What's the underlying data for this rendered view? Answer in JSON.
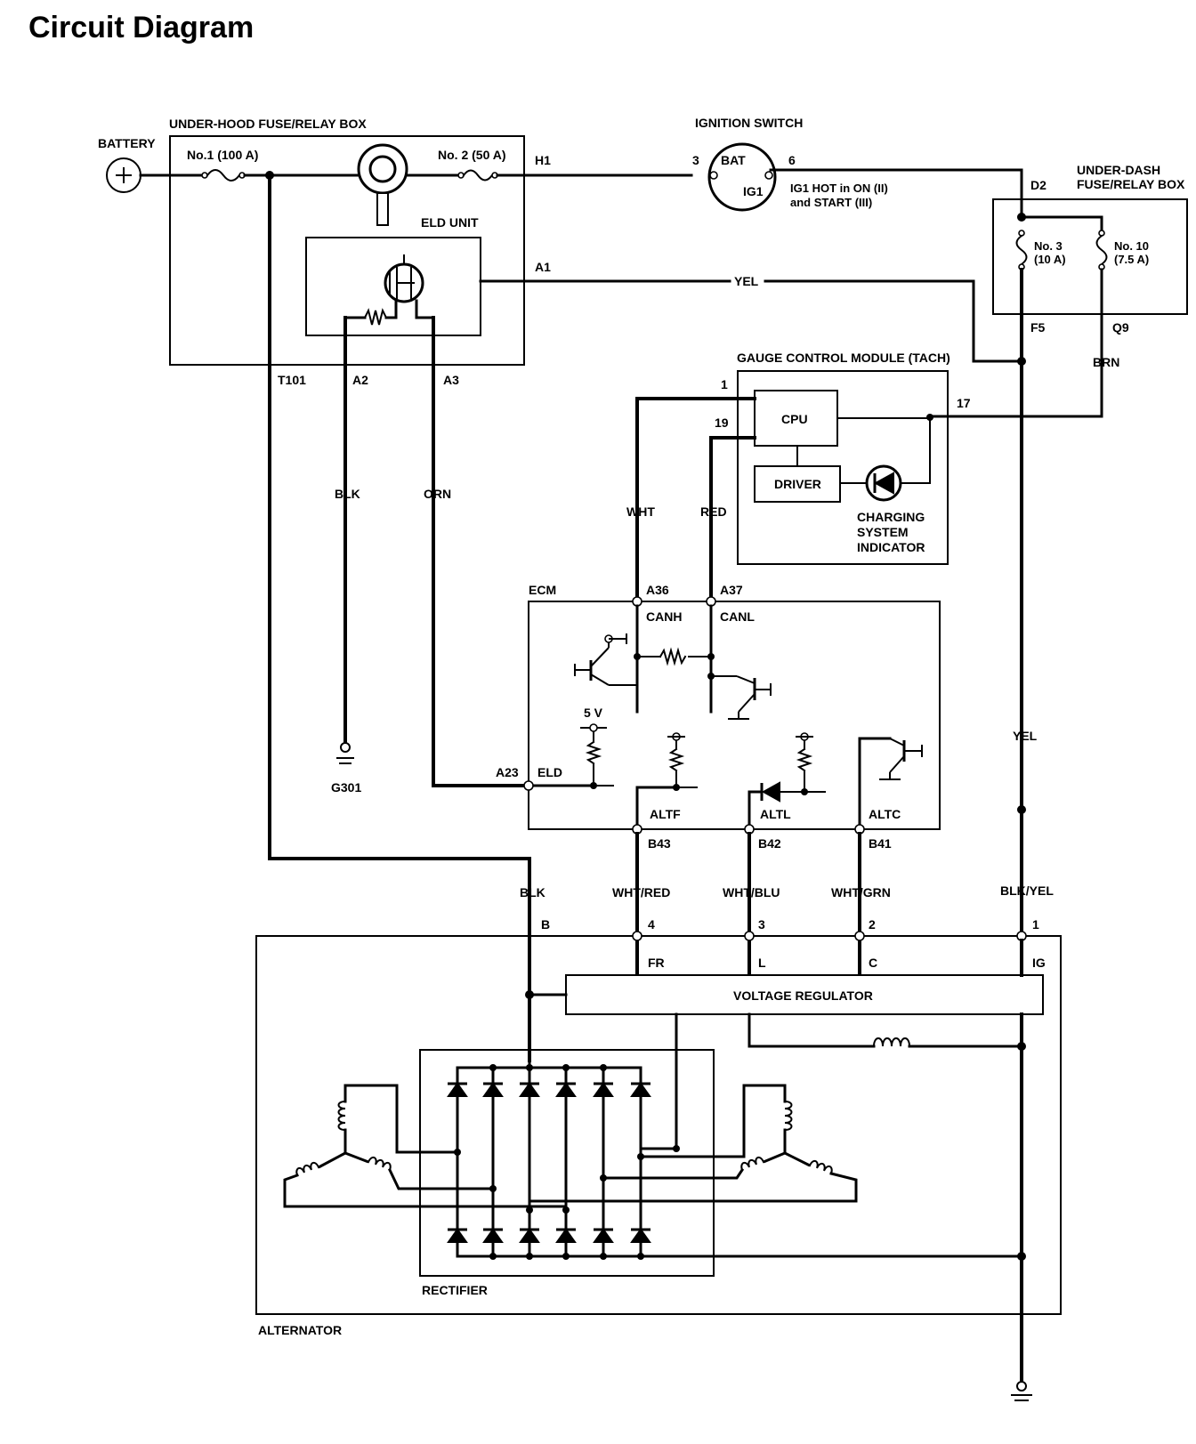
{
  "title": "Circuit Diagram",
  "labels": {
    "battery": "BATTERY",
    "underhood_box": "UNDER-HOOD FUSE/RELAY BOX",
    "fuse_no1": "No.1 (100 A)",
    "fuse_no2": "No. 2 (50 A)",
    "eld_unit": "ELD UNIT",
    "h1": "H1",
    "a1": "A1",
    "t101": "T101",
    "a2": "A2",
    "a3": "A3",
    "blk1": "BLK",
    "orn": "ORN",
    "g301": "G301",
    "ignition_switch": "IGNITION SWITCH",
    "ign_3": "3",
    "ign_6": "6",
    "bat": "BAT",
    "ig1": "IG1",
    "ig1_hot_1": "IG1 HOT in ON (II)",
    "ig1_hot_2": "and START (III)",
    "underdash_box_1": "UNDER-DASH",
    "underdash_box_2": "FUSE/RELAY BOX",
    "d2": "D2",
    "fuse_no3_1": "No. 3",
    "fuse_no3_2": "(10 A)",
    "fuse_no10_1": "No. 10",
    "fuse_no10_2": "(7.5 A)",
    "f5": "F5",
    "q9": "Q9",
    "brn": "BRN",
    "yel1": "YEL",
    "yel2": "YEL",
    "gauge_module": "GAUGE CONTROL MODULE (TACH)",
    "pin1": "1",
    "pin19": "19",
    "pin17": "17",
    "cpu": "CPU",
    "driver": "DRIVER",
    "charging_1": "CHARGING",
    "charging_2": "SYSTEM",
    "charging_3": "INDICATOR",
    "wht": "WHT",
    "red": "RED",
    "ecm": "ECM",
    "a36": "A36",
    "a37": "A37",
    "canh": "CANH",
    "canl": "CANL",
    "five_v": "5 V",
    "a23": "A23",
    "eld": "ELD",
    "altf": "ALTF",
    "altl": "ALTL",
    "altc": "ALTC",
    "b43": "B43",
    "b42": "B42",
    "b41": "B41",
    "blk2": "BLK",
    "wht_red": "WHT/RED",
    "wht_blu": "WHT/BLU",
    "wht_grn": "WHT/GRN",
    "blk_yel": "BLK/YEL",
    "pin_b": "B",
    "pin_4": "4",
    "pin_3": "3",
    "pin_2": "2",
    "pin_1": "1",
    "fr": "FR",
    "l": "L",
    "c": "C",
    "ig": "IG",
    "voltage_regulator": "VOLTAGE REGULATOR",
    "rectifier": "RECTIFIER",
    "alternator": "ALTERNATOR"
  }
}
